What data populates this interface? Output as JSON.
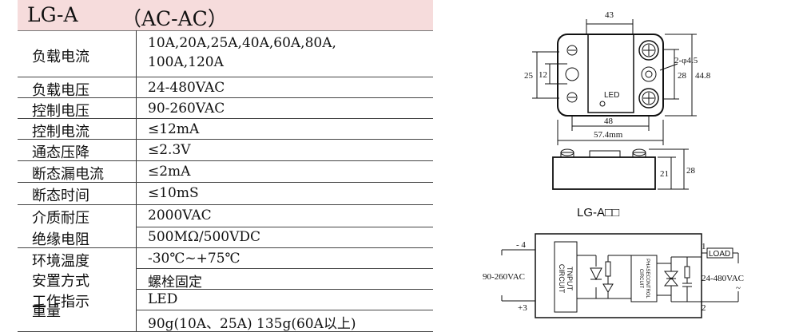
{
  "header": {
    "model": "LG-A",
    "type": "（AC-AC）"
  },
  "specs": [
    {
      "label": "负载电流",
      "value": [
        "10A,20A,25A,40A,60A,80A,",
        "100A,120A"
      ]
    },
    {
      "label": "负载电压",
      "value": [
        "24-480VAC"
      ]
    },
    {
      "label": "控制电压",
      "value": [
        "90-260VAC"
      ]
    },
    {
      "label": "控制电流",
      "value": [
        "≤12mA"
      ]
    },
    {
      "label": "通态压降",
      "value": [
        "≤2.3V"
      ]
    },
    {
      "label": "断态漏电流",
      "value": [
        "≤2mA"
      ]
    },
    {
      "label": "断态时间",
      "value": [
        "≤10mS"
      ]
    },
    {
      "label": "介质耐压",
      "value": [
        "2000VAC"
      ]
    },
    {
      "label": "绝缘电阻",
      "value": [
        "500MΩ/500VDC"
      ]
    },
    {
      "label": "环境温度",
      "value": [
        "-30℃~+75℃"
      ]
    },
    {
      "label": "安置方式",
      "value": [
        "螺栓固定"
      ]
    },
    {
      "label": "工作指示",
      "value": [
        "LED"
      ]
    },
    {
      "label": "重量",
      "value": [
        "90g(10A、25A) 135g(60A以上)"
      ]
    }
  ],
  "top_view": {
    "dims": {
      "width_top": "43",
      "height_left": "25",
      "inner": "12",
      "height_right": "28",
      "outer_height": "44.8",
      "hole": "2-φ4.5",
      "pitch": "48",
      "overall": "57.4mm"
    },
    "led_label": "LED"
  },
  "side_view": {
    "dims": {
      "body": "21",
      "total": "28"
    }
  },
  "diagram": {
    "title": "LG-A□□",
    "terminals": {
      "t4": "- 4",
      "t3": "+3",
      "t1": "1",
      "t2": "2"
    },
    "control_voltage": "90-260VAC",
    "load_voltage": "24-480VAC",
    "input_block": [
      "TNPUT",
      "CIRCUIT"
    ],
    "phase_block": [
      "PHASECONTROL",
      "CIRCUIT"
    ],
    "load_label": "LOAD",
    "tilde": "~"
  }
}
